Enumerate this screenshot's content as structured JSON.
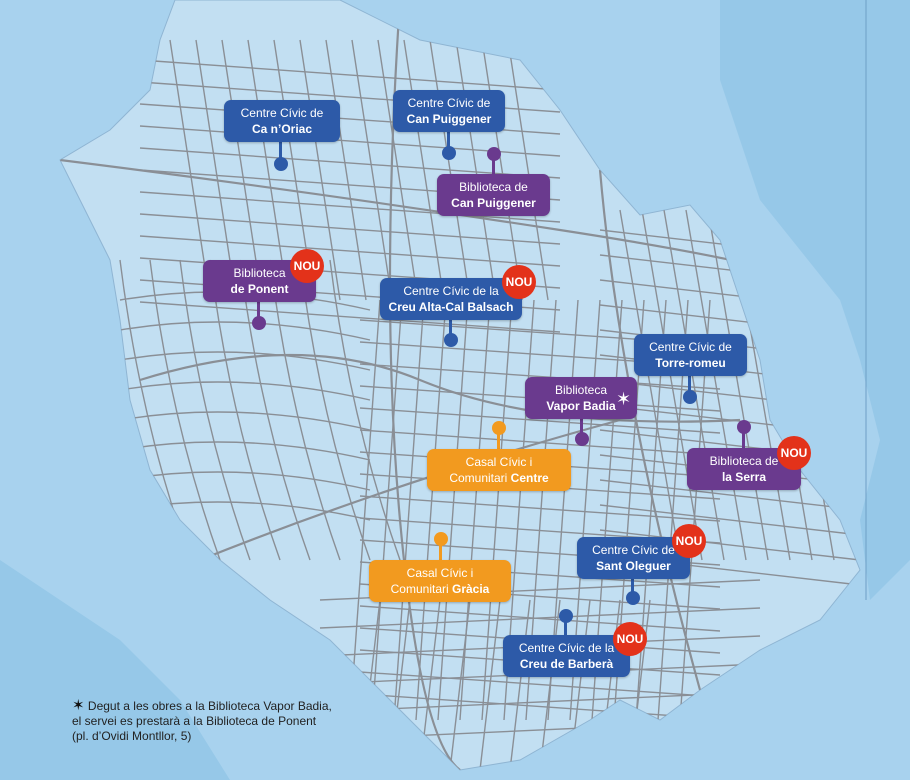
{
  "colors": {
    "water": "#a8d2ee",
    "sea": "#7fbde4",
    "land": "#c6e2f4",
    "road": "#8a8f96",
    "blue": "#2d5aa8",
    "purple": "#6a3a8e",
    "orange": "#f29a1f",
    "nou": "#e3321a"
  },
  "nou_text": "NOU",
  "locations": {
    "ca_noriac": {
      "line1": "Centre Cívic de",
      "line2": "Ca n’Oriac"
    },
    "can_puiggener_cc": {
      "line1": "Centre Cívic de",
      "line2": "Can Puiggener"
    },
    "can_puiggener_bib": {
      "line1": "Biblioteca de",
      "line2": "Can Puiggener"
    },
    "ponent_bib": {
      "line1": "Biblioteca",
      "line2": "de Ponent"
    },
    "creu_alta": {
      "line1": "Centre Cívic de la",
      "line2": "Creu Alta-Cal Balsach"
    },
    "torre_romeu": {
      "line1": "Centre Cívic de",
      "line2": "Torre-romeu"
    },
    "vapor_badia": {
      "line1": "Biblioteca",
      "line2": "Vapor Badia"
    },
    "centre_casal": {
      "line1": "Casal Cívic i",
      "line2a": "Comunitari ",
      "line2b": "Centre"
    },
    "serra_bib": {
      "line1": "Biblioteca de",
      "line2": "la Serra"
    },
    "sant_oleguer": {
      "line1": "Centre Cívic de",
      "line2": "Sant Oleguer"
    },
    "gracia_casal": {
      "line1": "Casal Cívic i",
      "line2a": "Comunitari ",
      "line2b": "Gràcia"
    },
    "creu_barbera": {
      "line1": "Centre Cívic de la",
      "line2": "Creu de Barberà"
    }
  },
  "footnote": "Degut a les obres a la Biblioteca Vapor Badia, el servei es prestarà a la Biblioteca de Ponent (pl. d’Ovidi Montllor, 5)",
  "footnote_marker": "✶"
}
